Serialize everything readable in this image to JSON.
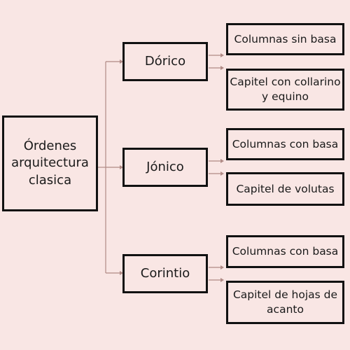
{
  "diagram": {
    "root": {
      "label": "Órdenes arquitectura clasica"
    },
    "branches": [
      {
        "label": "Dórico",
        "children": [
          "Columnas sin basa",
          "Capitel con collarino y equino"
        ]
      },
      {
        "label": "Jónico",
        "children": [
          "Columnas con basa",
          "Capitel de volutas"
        ]
      },
      {
        "label": "Corintio",
        "children": [
          "Columnas con basa",
          "Capitel de hojas de acanto"
        ]
      }
    ]
  },
  "colors": {
    "background": "#f9e6e4",
    "box_border": "#111111",
    "connector": "#b08a85"
  }
}
